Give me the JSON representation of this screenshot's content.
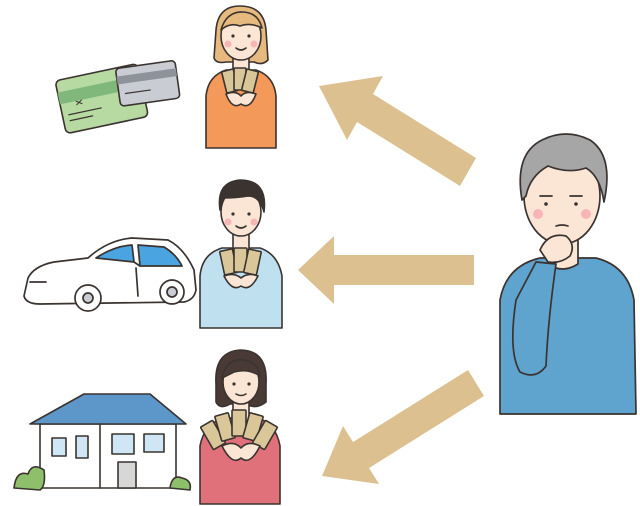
{
  "scene": {
    "background_color": "#ffffff",
    "arrow_color": "#dcc090",
    "skin_color": "#fbe6d6",
    "outline_color": "#3a3330",
    "left_items": [
      {
        "icon": "credit-cards-icon",
        "recipient": "young-woman",
        "shirt_color": "#f39a5a"
      },
      {
        "icon": "car-icon",
        "recipient": "young-man",
        "shirt_color": "#bfe0ef"
      },
      {
        "icon": "house-icon",
        "recipient": "middle-aged-woman",
        "shirt_color": "#e0707a"
      }
    ],
    "elder": {
      "icon": "thinking-elderly-man-icon",
      "shirt_color": "#5fa3cf",
      "hair_color": "#a6a6a6"
    }
  }
}
